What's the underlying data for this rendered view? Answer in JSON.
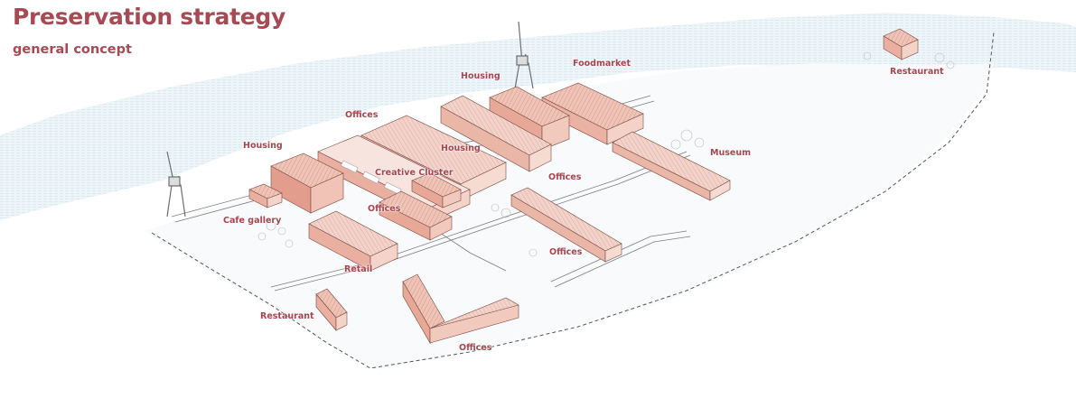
{
  "title": "Preservation strategy",
  "subtitle": "general concept",
  "colors": {
    "accent": "#a84a53",
    "label": "#a8454f",
    "building_fill": "#f2cfc4",
    "building_roof": "#eab7a8",
    "building_stroke": "#7a4a42",
    "water": "#e8f1f6",
    "site_ground": "#f7f9fa",
    "boundary": "#555555"
  },
  "labels": {
    "foodmarket": "Foodmarket",
    "housing_north": "Housing",
    "offices_north": "Offices",
    "housing_west": "Housing",
    "housing_center": "Housing",
    "creative_cluster": "Creative Cluster",
    "offices_center": "Offices",
    "offices_east": "Offices",
    "museum": "Museum",
    "cafe_gallery": "Cafe gallery",
    "offices_south": "Offices",
    "retail": "Retail",
    "restaurant_west": "Restaurant",
    "offices_bottom": "Offices",
    "restaurant_east": "Restaurant"
  }
}
